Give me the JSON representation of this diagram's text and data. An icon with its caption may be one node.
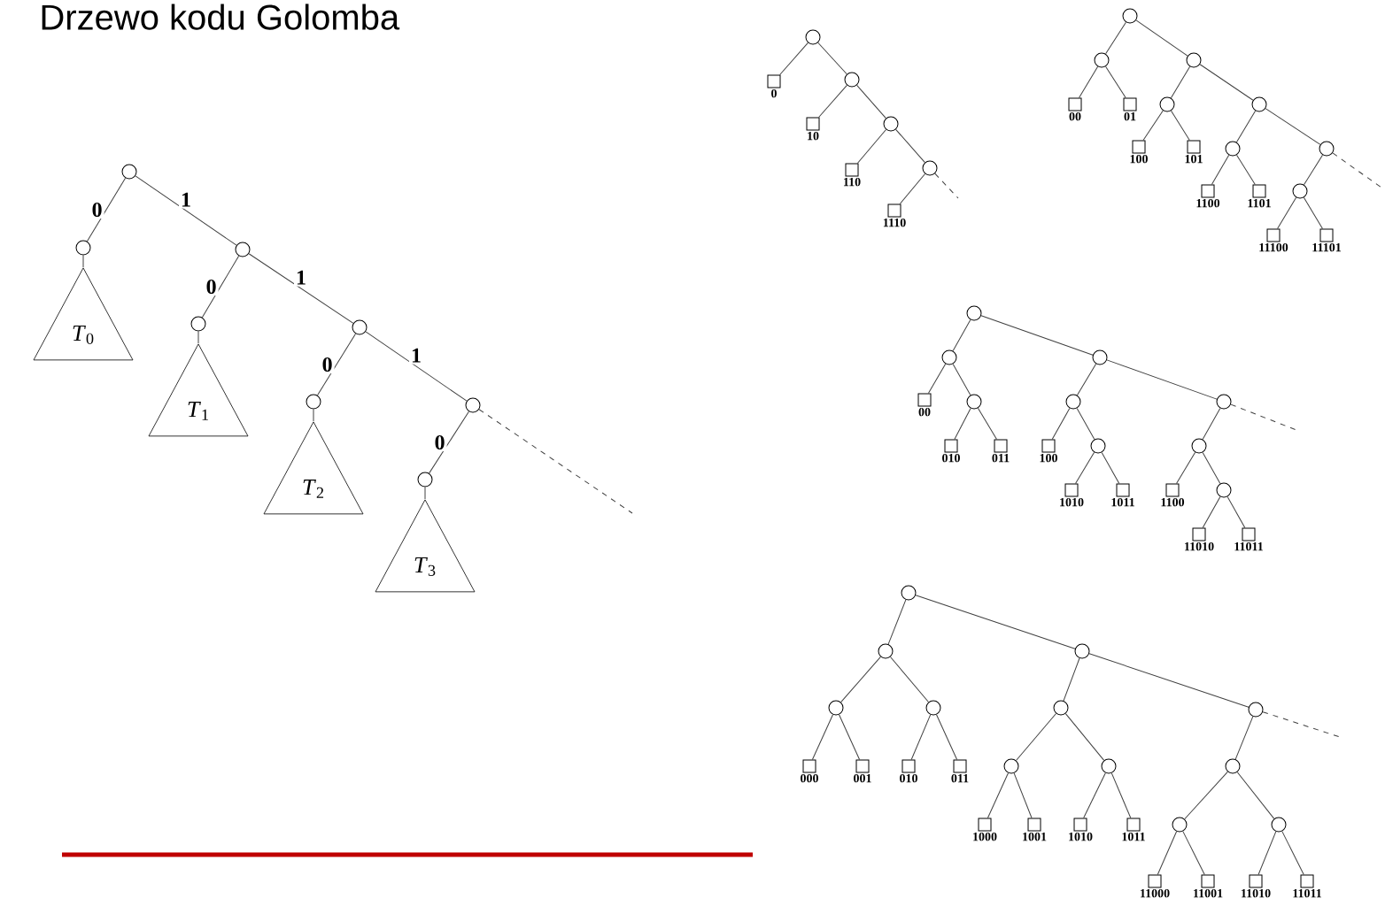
{
  "diagram": {
    "title": "Drzewo kodu Golomba",
    "nodes": [
      {
        "text": [],
        "shape": "circle"
      },
      {
        "text": [],
        "shape": "circle"
      },
      {
        "text": [
          "*T*$_{0}$"
        ]
      },
      {
        "text": [],
        "shape": "circle"
      },
      {
        "text": [],
        "shape": "circle"
      },
      {
        "text": [
          "*T*$_{1}$"
        ]
      },
      {
        "text": [],
        "shape": "circle"
      },
      {
        "text": [],
        "shape": "circle"
      },
      {
        "text": [
          "*T*$_{2}$"
        ]
      },
      {
        "text": [],
        "shape": "circle"
      },
      {
        "text": [],
        "shape": "circle"
      },
      {
        "text": [
          "*T*$_{3}$"
        ]
      },
      {
        "text": [],
        "shape": "circle"
      },
      {
        "text": [
          "0"
        ]
      },
      {
        "text": [],
        "shape": "circle"
      },
      {
        "text": [
          "10"
        ]
      },
      {
        "text": [],
        "shape": "circle"
      },
      {
        "text": [
          "110"
        ]
      },
      {
        "text": [],
        "shape": "circle"
      },
      {
        "text": [
          "1110"
        ]
      },
      {
        "text": [],
        "shape": "circle"
      },
      {
        "text": [],
        "shape": "circle"
      },
      {
        "text": [
          "00"
        ]
      },
      {
        "text": [
          "01"
        ]
      },
      {
        "text": [],
        "shape": "circle"
      },
      {
        "text": [],
        "shape": "circle"
      },
      {
        "text": [
          "100"
        ]
      },
      {
        "text": [
          "101"
        ]
      },
      {
        "text": [],
        "shape": "circle"
      },
      {
        "text": [],
        "shape": "circle"
      },
      {
        "text": [
          "1100"
        ]
      },
      {
        "text": [
          "1101"
        ]
      },
      {
        "text": [],
        "shape": "circle"
      },
      {
        "text": [],
        "shape": "circle"
      },
      {
        "text": [
          "11100"
        ]
      },
      {
        "text": [
          "11101"
        ]
      },
      {
        "text": [],
        "shape": "circle"
      },
      {
        "text": [],
        "shape": "circle"
      },
      {
        "text": [
          "00"
        ]
      },
      {
        "text": [],
        "shape": "circle"
      },
      {
        "text": [
          "010"
        ]
      },
      {
        "text": [
          "011"
        ]
      },
      {
        "text": [],
        "shape": "circle"
      },
      {
        "text": [],
        "shape": "circle"
      },
      {
        "text": [
          "100"
        ]
      },
      {
        "text": [],
        "shape": "circle"
      },
      {
        "text": [
          "1010"
        ]
      },
      {
        "text": [
          "1011"
        ]
      },
      {
        "text": [],
        "shape": "circle"
      },
      {
        "text": [],
        "shape": "circle"
      },
      {
        "text": [
          "1100"
        ]
      },
      {
        "text": [],
        "shape": "circle"
      },
      {
        "text": [
          "11010"
        ]
      },
      {
        "text": [
          "11011"
        ]
      },
      {
        "text": [],
        "shape": "circle"
      },
      {
        "text": [],
        "shape": "circle"
      },
      {
        "text": [],
        "shape": "circle"
      },
      {
        "text": [],
        "shape": "circle"
      },
      {
        "text": [
          "000"
        ]
      },
      {
        "text": [
          "001"
        ]
      },
      {
        "text": [
          "010"
        ]
      },
      {
        "text": [
          "011"
        ]
      },
      {
        "text": [],
        "shape": "circle"
      },
      {
        "text": [],
        "shape": "circle"
      },
      {
        "text": [],
        "shape": "circle"
      },
      {
        "text": [],
        "shape": "circle"
      },
      {
        "text": [
          "1000"
        ]
      },
      {
        "text": [
          "1001"
        ]
      },
      {
        "text": [
          "1010"
        ]
      },
      {
        "text": [
          "1011"
        ]
      },
      {
        "text": [],
        "shape": "circle"
      },
      {
        "text": [],
        "shape": "circle"
      },
      {
        "text": [],
        "shape": "circle"
      },
      {
        "text": [],
        "shape": "circle"
      },
      {
        "text": [
          "11000"
        ]
      },
      {
        "text": [
          "11001"
        ]
      },
      {
        "text": [
          "11010"
        ]
      },
      {
        "text": [
          "11011"
        ]
      }
    ],
    "edges": [
      {
        "from": 0,
        "to": 1,
        "arrow": "none",
        "label": "0"
      },
      {
        "from": 0,
        "to": 3,
        "arrow": "none",
        "label": "1"
      },
      {
        "from": 1,
        "to": 2,
        "arrow": "none"
      },
      {
        "from": 3,
        "to": 4,
        "arrow": "none",
        "label": "0"
      },
      {
        "from": 3,
        "to": 6,
        "arrow": "none",
        "label": "1"
      },
      {
        "from": 4,
        "to": 5,
        "arrow": "none"
      },
      {
        "from": 6,
        "to": 7,
        "arrow": "none",
        "label": "0"
      },
      {
        "from": 6,
        "to": 9,
        "arrow": "none",
        "label": "1"
      },
      {
        "from": 7,
        "to": 8,
        "arrow": "none"
      },
      {
        "from": 9,
        "to": 10,
        "arrow": "none",
        "label": "0"
      },
      {
        "from": 10,
        "to": 11,
        "arrow": "none"
      },
      {
        "from": 9,
        "to": null,
        "arrow": "none",
        "style": "dashed"
      },
      {
        "from": 12,
        "to": 13,
        "arrow": "none"
      },
      {
        "from": 12,
        "to": 14,
        "arrow": "none"
      },
      {
        "from": 14,
        "to": 15,
        "arrow": "none"
      },
      {
        "from": 14,
        "to": 16,
        "arrow": "none"
      },
      {
        "from": 16,
        "to": 17,
        "arrow": "none"
      },
      {
        "from": 16,
        "to": 18,
        "arrow": "none"
      },
      {
        "from": 18,
        "to": 19,
        "arrow": "none"
      },
      {
        "from": 18,
        "to": null,
        "arrow": "none",
        "style": "dashed"
      },
      {
        "from": 20,
        "to": 21,
        "arrow": "none"
      },
      {
        "from": 20,
        "to": 24,
        "arrow": "none"
      },
      {
        "from": 21,
        "to": 22,
        "arrow": "none"
      },
      {
        "from": 21,
        "to": 23,
        "arrow": "none"
      },
      {
        "from": 24,
        "to": 25,
        "arrow": "none"
      },
      {
        "from": 24,
        "to": 28,
        "arrow": "none"
      },
      {
        "from": 25,
        "to": 26,
        "arrow": "none"
      },
      {
        "from": 25,
        "to": 27,
        "arrow": "none"
      },
      {
        "from": 28,
        "to": 29,
        "arrow": "none"
      },
      {
        "from": 28,
        "to": 32,
        "arrow": "none"
      },
      {
        "from": 29,
        "to": 30,
        "arrow": "none"
      },
      {
        "from": 29,
        "to": 31,
        "arrow": "none"
      },
      {
        "from": 32,
        "to": 33,
        "arrow": "none"
      },
      {
        "from": 32,
        "to": null,
        "arrow": "none",
        "style": "dashed"
      },
      {
        "from": 33,
        "to": 34,
        "arrow": "none"
      },
      {
        "from": 33,
        "to": 35,
        "arrow": "none"
      },
      {
        "from": 36,
        "to": 37,
        "arrow": "none"
      },
      {
        "from": 36,
        "to": 42,
        "arrow": "none"
      },
      {
        "from": 37,
        "to": 38,
        "arrow": "none"
      },
      {
        "from": 37,
        "to": 39,
        "arrow": "none"
      },
      {
        "from": 39,
        "to": 40,
        "arrow": "none"
      },
      {
        "from": 39,
        "to": 41,
        "arrow": "none"
      },
      {
        "from": 42,
        "to": 43,
        "arrow": "none"
      },
      {
        "from": 42,
        "to": 48,
        "arrow": "none"
      },
      {
        "from": 43,
        "to": 44,
        "arrow": "none"
      },
      {
        "from": 43,
        "to": 45,
        "arrow": "none"
      },
      {
        "from": 45,
        "to": 46,
        "arrow": "none"
      },
      {
        "from": 45,
        "to": 47,
        "arrow": "none"
      },
      {
        "from": 48,
        "to": 49,
        "arrow": "none"
      },
      {
        "from": 48,
        "to": null,
        "arrow": "none",
        "style": "dashed"
      },
      {
        "from": 49,
        "to": 50,
        "arrow": "none"
      },
      {
        "from": 49,
        "to": 51,
        "arrow": "none"
      },
      {
        "from": 51,
        "to": 52,
        "arrow": "none"
      },
      {
        "from": 51,
        "to": 53,
        "arrow": "none"
      },
      {
        "from": 54,
        "to": 55,
        "arrow": "none"
      },
      {
        "from": 54,
        "to": 62,
        "arrow": "none"
      },
      {
        "from": 55,
        "to": 56,
        "arrow": "none"
      },
      {
        "from": 55,
        "to": 57,
        "arrow": "none"
      },
      {
        "from": 56,
        "to": 58,
        "arrow": "none"
      },
      {
        "from": 56,
        "to": 59,
        "arrow": "none"
      },
      {
        "from": 57,
        "to": 60,
        "arrow": "none"
      },
      {
        "from": 57,
        "to": 61,
        "arrow": "none"
      },
      {
        "from": 62,
        "to": 63,
        "arrow": "none"
      },
      {
        "from": 62,
        "to": 70,
        "arrow": "none"
      },
      {
        "from": 63,
        "to": 64,
        "arrow": "none"
      },
      {
        "from": 63,
        "to": 65,
        "arrow": "none"
      },
      {
        "from": 64,
        "to": 66,
        "arrow": "none"
      },
      {
        "from": 64,
        "to": 67,
        "arrow": "none"
      },
      {
        "from": 65,
        "to": 68,
        "arrow": "none"
      },
      {
        "from": 65,
        "to": 69,
        "arrow": "none"
      },
      {
        "from": 70,
        "to": 71,
        "arrow": "none"
      },
      {
        "from": 70,
        "to": null,
        "arrow": "none",
        "style": "dashed"
      },
      {
        "from": 71,
        "to": 72,
        "arrow": "none"
      },
      {
        "from": 71,
        "to": 73,
        "arrow": "none"
      },
      {
        "from": 72,
        "to": 74,
        "arrow": "none"
      },
      {
        "from": 72,
        "to": 75,
        "arrow": "none"
      },
      {
        "from": 73,
        "to": 76,
        "arrow": "none"
      },
      {
        "from": 73,
        "to": 77,
        "arrow": "none"
      }
    ]
  }
}
